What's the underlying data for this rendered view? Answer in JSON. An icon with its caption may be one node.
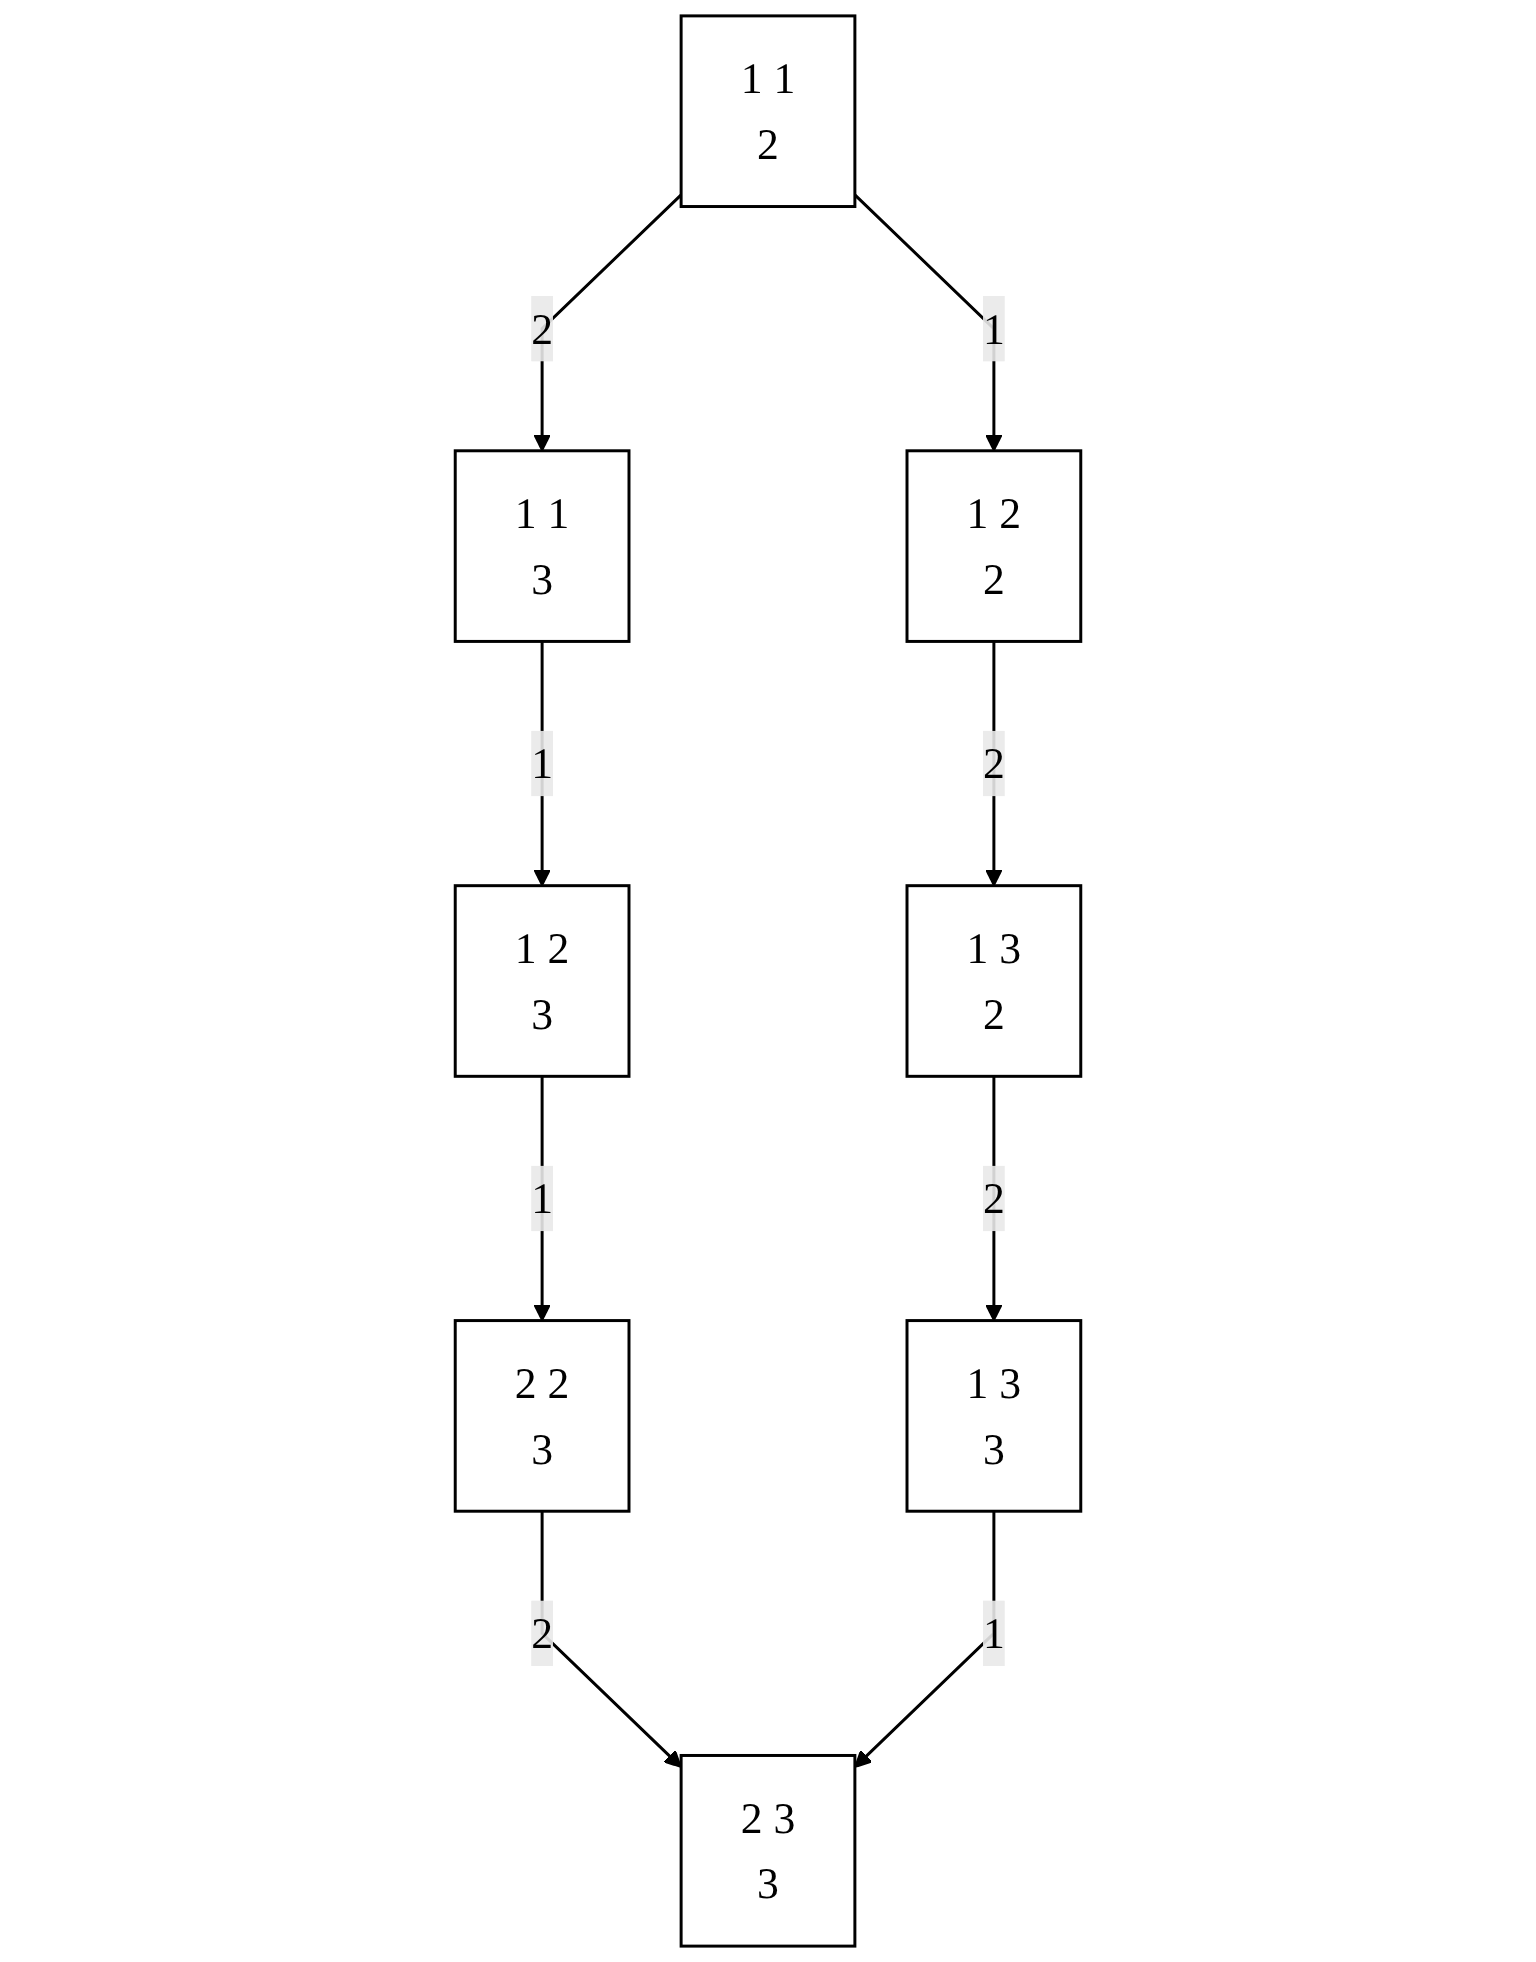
{
  "diagram": {
    "nodes": [
      {
        "text": [
          "1 1",
          "2"
        ]
      },
      {
        "text": [
          "1 2",
          "2"
        ]
      },
      {
        "text": [
          "1 1",
          "3"
        ]
      },
      {
        "text": [
          "1 2",
          "3"
        ]
      },
      {
        "text": [
          "1 3",
          "2"
        ]
      },
      {
        "text": [
          "2 2",
          "3"
        ]
      },
      {
        "text": [
          "1 3",
          "3"
        ]
      },
      {
        "text": [
          "2 3",
          "3"
        ]
      }
    ],
    "edges": [
      {
        "from": 0,
        "to": 1,
        "arrow": "to",
        "label": "1"
      },
      {
        "from": 0,
        "to": 2,
        "arrow": "to",
        "label": "2"
      },
      {
        "from": 1,
        "to": 4,
        "arrow": "to",
        "label": "2"
      },
      {
        "from": 2,
        "to": 3,
        "arrow": "to",
        "label": "1"
      },
      {
        "from": 3,
        "to": 5,
        "arrow": "to",
        "label": "1"
      },
      {
        "from": 4,
        "to": 6,
        "arrow": "to",
        "label": "2"
      },
      {
        "from": 5,
        "to": 7,
        "arrow": "to",
        "label": "2"
      },
      {
        "from": 6,
        "to": 7,
        "arrow": "to",
        "label": "1"
      }
    ]
  }
}
